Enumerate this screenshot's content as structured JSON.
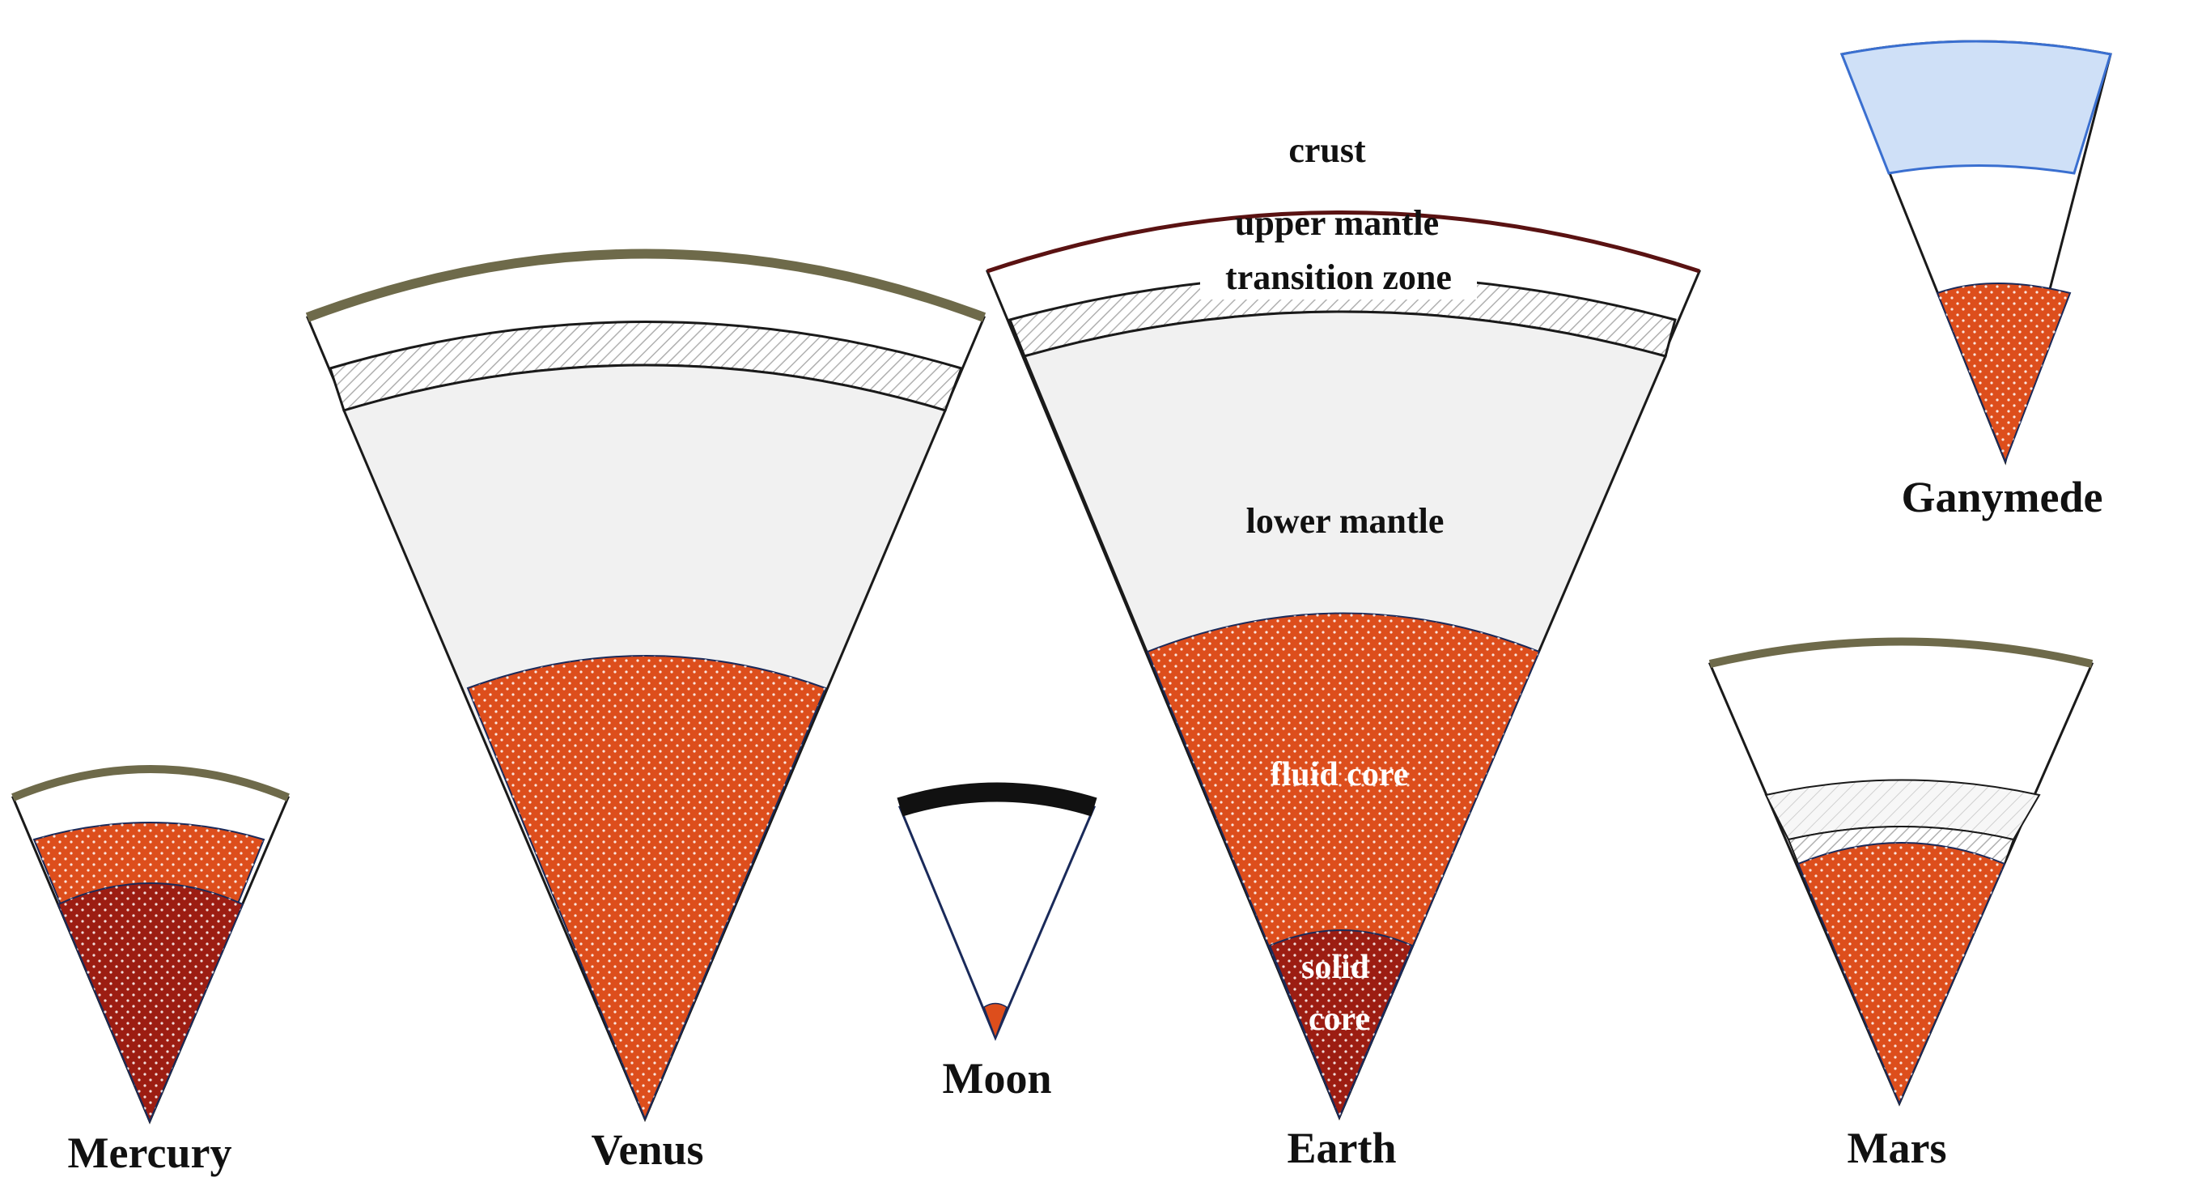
{
  "planets": {
    "mercury": {
      "name": "Mercury"
    },
    "venus": {
      "name": "Venus"
    },
    "moon": {
      "name": "Moon"
    },
    "earth": {
      "name": "Earth"
    },
    "mars": {
      "name": "Mars"
    },
    "ganymede": {
      "name": "Ganymede"
    }
  },
  "earth_layers": {
    "crust": "crust",
    "upper_mantle": "upper mantle",
    "transition_zone": "transition zone",
    "lower_mantle": "lower mantle",
    "fluid_core": "fluid core",
    "solid_core_line1": "solid",
    "solid_core_line2": "core"
  },
  "colors": {
    "fluid_core": "#dd4e1c",
    "solid_core": "#9c1d12",
    "lower_mantle": "#f1f1f1",
    "crust_stone": "#6e6a4a",
    "earth_crust": "#5a1212",
    "moon_crust": "#111111",
    "ice": "#cfe0f7",
    "ice_edge": "#3a6fd0",
    "outline": "#1a1a1a"
  }
}
